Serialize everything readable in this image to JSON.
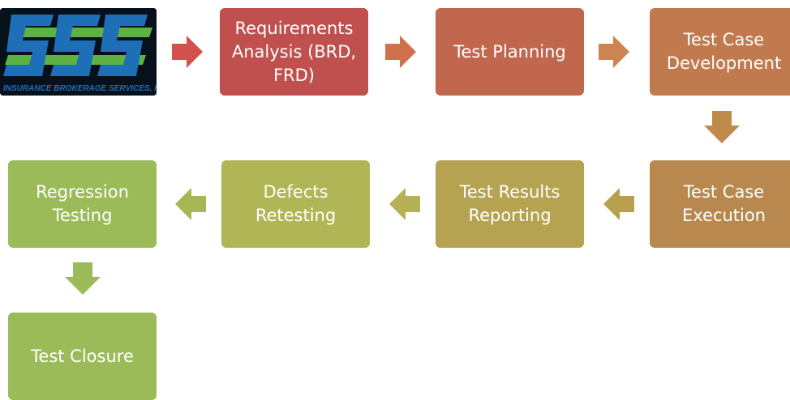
{
  "logo": {
    "tagline": "INSURANCE BROKERAGE SERVICES, INC.",
    "mark": "SSS"
  },
  "steps": [
    {
      "id": "requirements",
      "label": "Requirements\nAnalysis (BRD,\nFRD)",
      "color": "#c0504d"
    },
    {
      "id": "test-planning",
      "label": "Test Planning",
      "color": "#c0674d"
    },
    {
      "id": "test-case-development",
      "label": "Test Case\nDevelopment",
      "color": "#c07a4d"
    },
    {
      "id": "test-case-execution",
      "label": "Test Case\nExecution",
      "color": "#b8884e"
    },
    {
      "id": "test-results-reporting",
      "label": "Test Results\nReporting",
      "color": "#b5a352"
    },
    {
      "id": "defects-retesting",
      "label": "Defects\nRetesting",
      "color": "#b0b655"
    },
    {
      "id": "regression-testing",
      "label": "Regression\nTesting",
      "color": "#9bbb59"
    },
    {
      "id": "test-closure",
      "label": "Test Closure",
      "color": "#9bbb59"
    }
  ],
  "arrows": [
    {
      "dir": "right",
      "color": "#d2504d"
    },
    {
      "dir": "right",
      "color": "#d0704d"
    },
    {
      "dir": "right",
      "color": "#cc8550"
    },
    {
      "dir": "down",
      "color": "#c08a4a"
    },
    {
      "dir": "left",
      "color": "#b8a04e"
    },
    {
      "dir": "left",
      "color": "#b6b154"
    },
    {
      "dir": "left",
      "color": "#a8b655"
    },
    {
      "dir": "down",
      "color": "#9bbb59"
    }
  ]
}
